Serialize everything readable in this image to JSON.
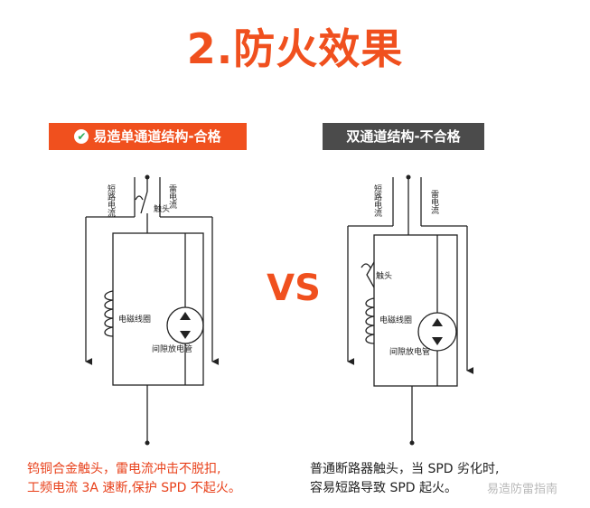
{
  "title": "2.防火效果",
  "left_panel": {
    "badge": "易造单通道结构-合格",
    "labels": {
      "short_circuit": "短路电流",
      "lightning": "雷电流",
      "contact": "触头",
      "coil": "电磁线圈",
      "gap_tube": "间隙放电管"
    },
    "caption_line1": "钨铜合金触头，雷电流冲击不脱扣,",
    "caption_line2": "工频电流 3A 速断,保护 SPD 不起火。"
  },
  "vs_label": "VS",
  "right_panel": {
    "badge": "双通道结构-不合格",
    "labels": {
      "short_circuit": "短路电流",
      "lightning": "雷电流",
      "contact": "触头",
      "coil": "电磁线圈",
      "gap_tube": "间隙放电管"
    },
    "caption_line1": "普通断路器触头，当 SPD 劣化时,",
    "caption_line2": "容易短路导致 SPD 起火。"
  },
  "watermark": "易造防雷指南",
  "colors": {
    "accent": "#f0501e",
    "dark_badge": "#4b4b4b",
    "pass_check": "#2fae5a"
  }
}
